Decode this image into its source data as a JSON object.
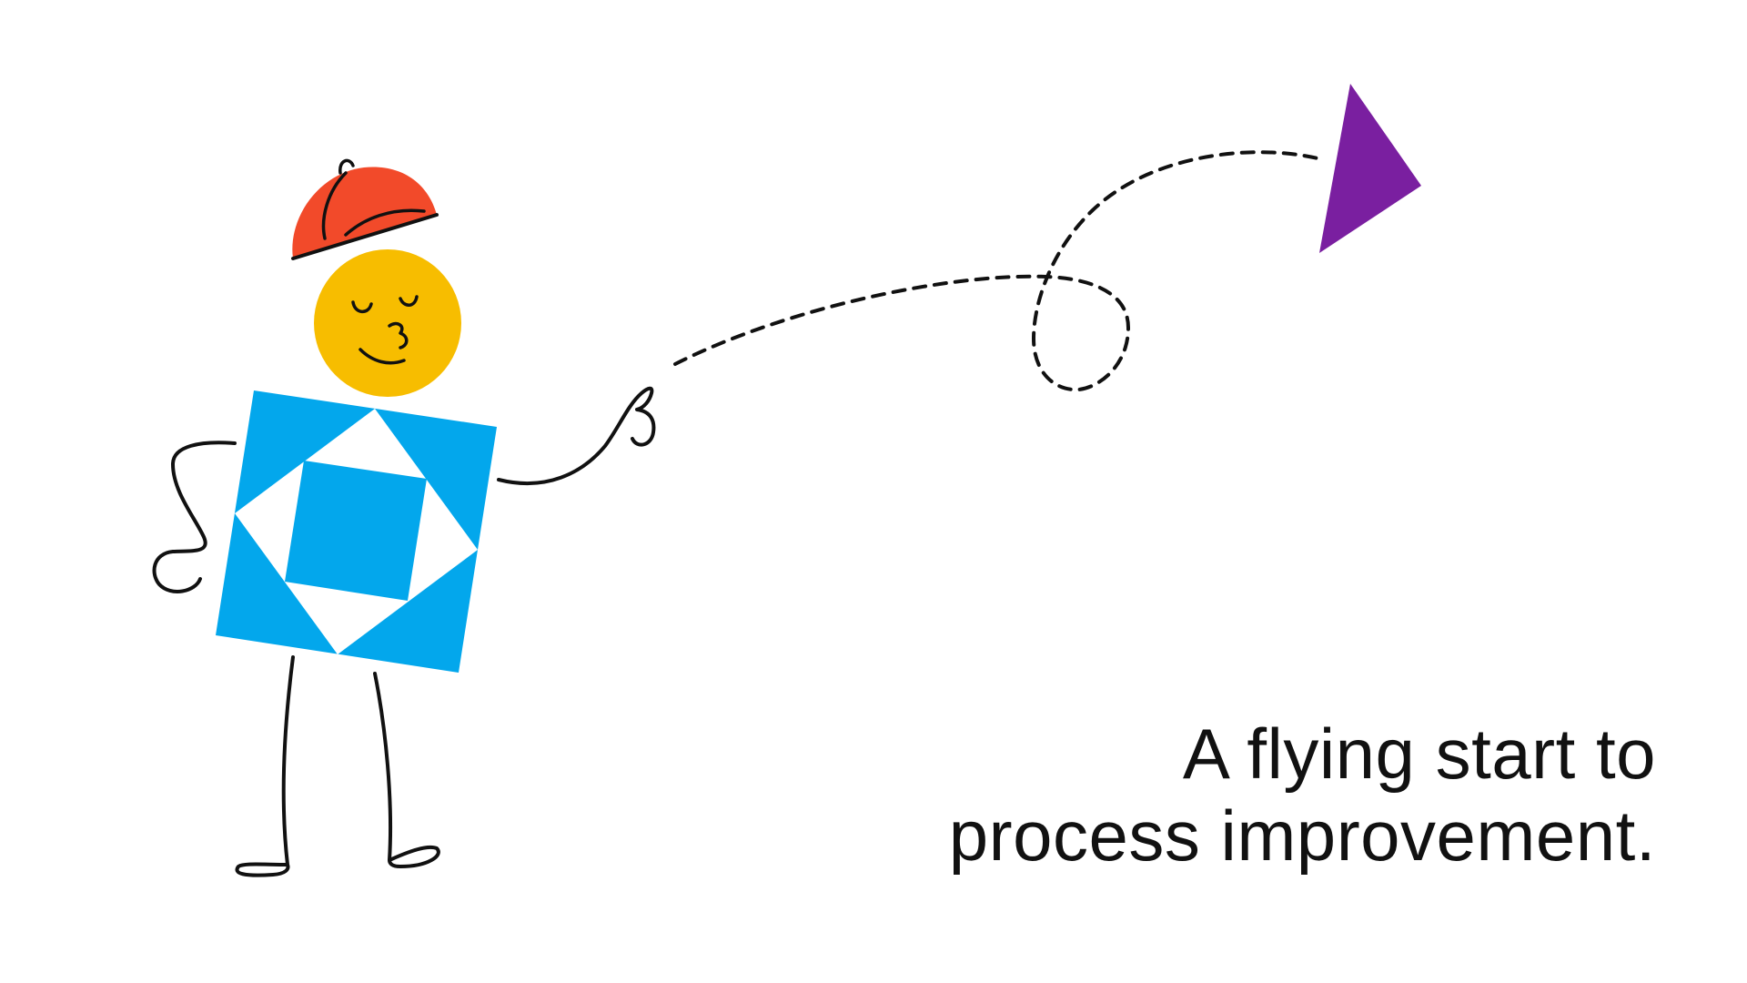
{
  "tagline": {
    "line1": "A flying start to",
    "line2": "process improvement."
  },
  "colors": {
    "background": "#ffffff",
    "cap": "#f24a2a",
    "head": "#f7bd00",
    "body_blue": "#03a7ec",
    "inner_white": "#ffffff",
    "paper_plane": "#7a1fa0",
    "ink": "#111111"
  },
  "icons": {
    "character": "square-body-character-illustration",
    "cap": "red-cap-icon",
    "plane": "purple-paper-plane-icon",
    "flight_path": "dashed-loop-path"
  }
}
